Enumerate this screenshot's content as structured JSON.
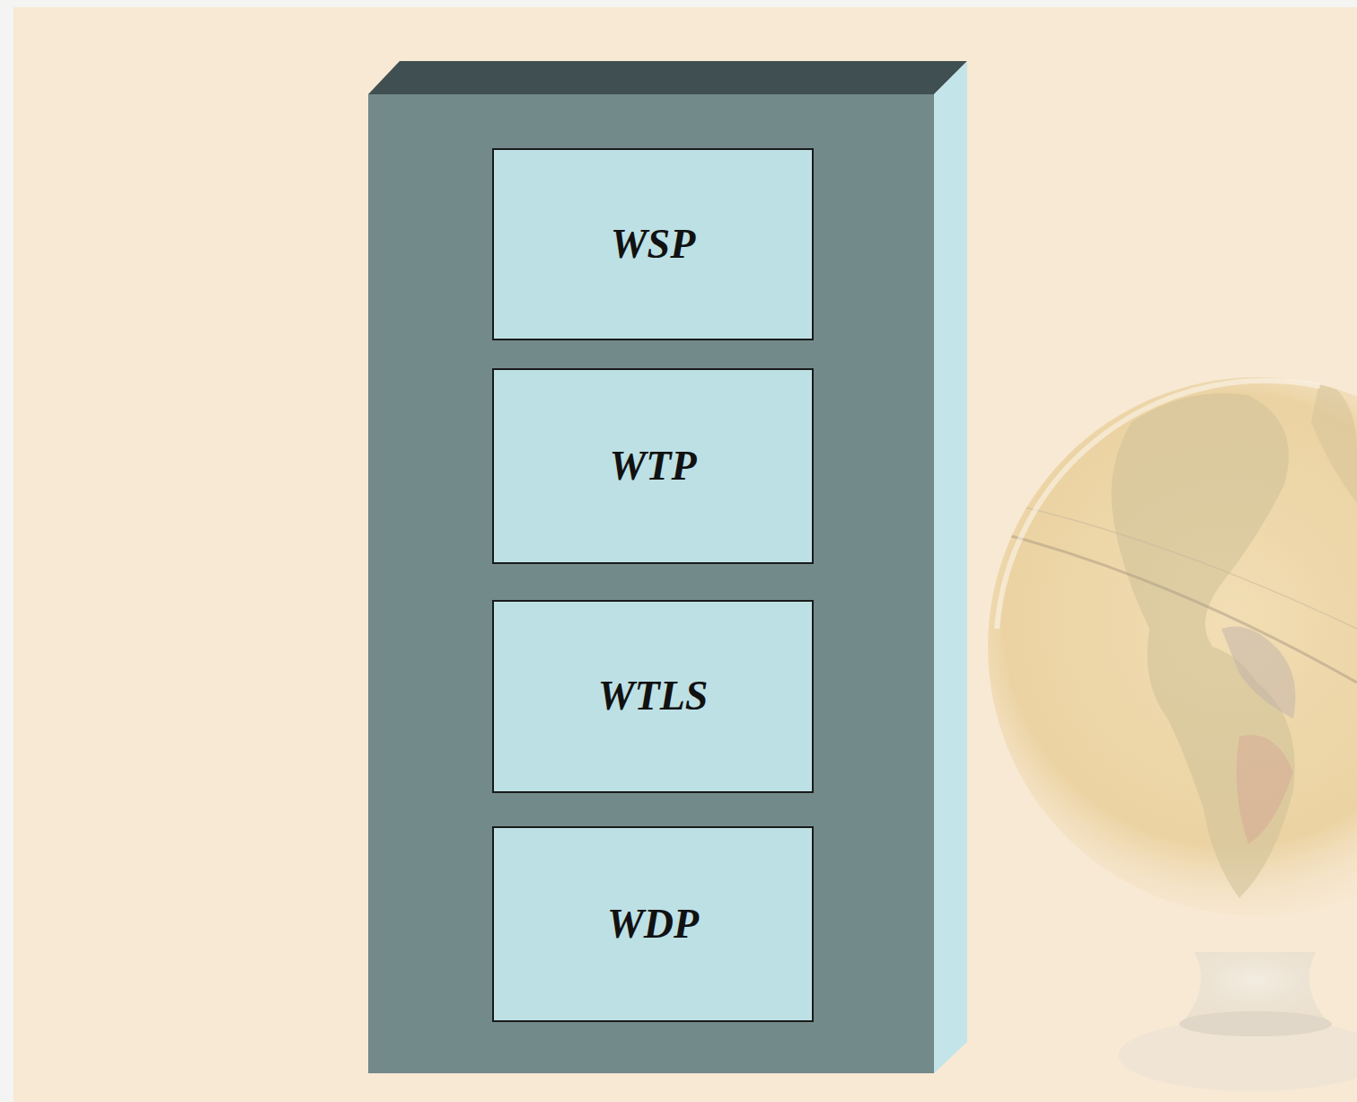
{
  "diagram": {
    "nodes": [
      {
        "text": [
          "WSP"
        ]
      },
      {
        "text": [
          "WTP"
        ]
      },
      {
        "text": [
          "WTLS"
        ]
      },
      {
        "text": [
          "WDP"
        ]
      }
    ]
  }
}
